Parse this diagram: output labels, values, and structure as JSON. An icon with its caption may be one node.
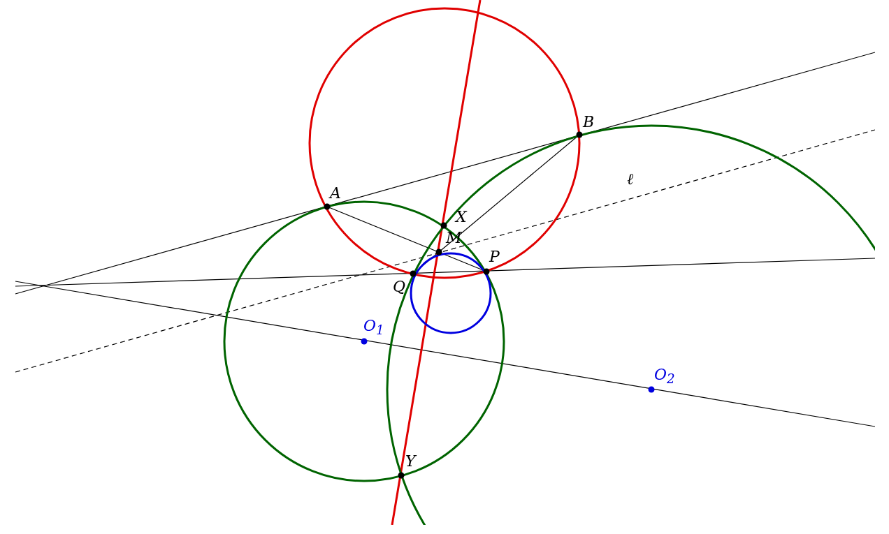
{
  "diagram": {
    "labels": [
      "B",
      "ℓ",
      "A",
      "X",
      "M",
      "P",
      "Q",
      "O$_{1}$",
      "O$_{2}$",
      "Y"
    ]
  }
}
